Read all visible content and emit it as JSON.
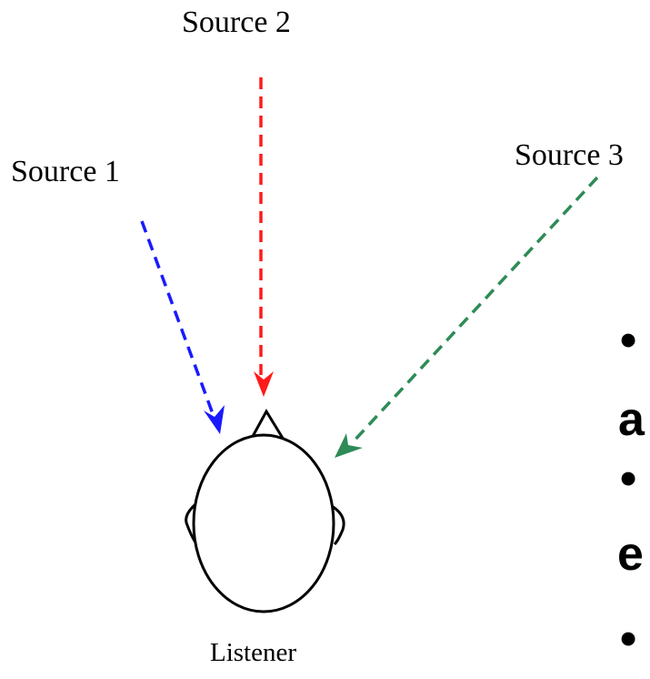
{
  "labels": {
    "source_1": "Source 1",
    "source_2": "Source 2",
    "source_3": "Source 3",
    "listener": "Listener"
  },
  "cropped_text": [
    "•",
    "a",
    "•",
    "e",
    "•"
  ],
  "colors": {
    "source_1_arrow": "#1a1aff",
    "source_2_arrow": "#ff1a1a",
    "source_3_arrow": "#2e8b57",
    "head_outline": "#000000"
  }
}
